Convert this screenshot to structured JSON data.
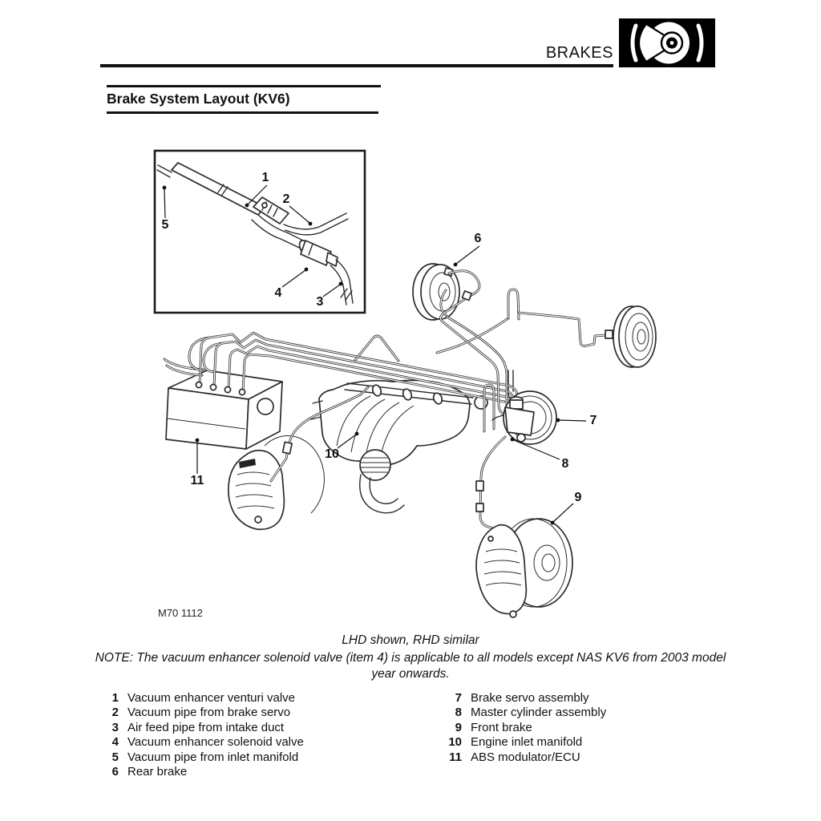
{
  "header": {
    "title": "BRAKES",
    "icon": "brake-disc-warning-icon"
  },
  "section": {
    "title": "Brake System Layout (KV6)"
  },
  "figure": {
    "code": "M70 1112",
    "caption": "LHD shown, RHD similar",
    "note": "NOTE: The vacuum enhancer solenoid valve (item 4) is applicable to all models except NAS KV6 from 2003 model year onwards.",
    "callouts": [
      {
        "num": "1"
      },
      {
        "num": "2"
      },
      {
        "num": "3"
      },
      {
        "num": "4"
      },
      {
        "num": "5"
      },
      {
        "num": "6"
      },
      {
        "num": "7"
      },
      {
        "num": "8"
      },
      {
        "num": "9"
      },
      {
        "num": "10"
      },
      {
        "num": "11"
      }
    ]
  },
  "legend": {
    "columns": [
      {
        "items": [
          {
            "num": "1",
            "label": "Vacuum enhancer venturi valve"
          },
          {
            "num": "2",
            "label": "Vacuum pipe from brake servo"
          },
          {
            "num": "3",
            "label": "Air feed pipe from intake duct"
          },
          {
            "num": "4",
            "label": "Vacuum enhancer solenoid valve"
          },
          {
            "num": "5",
            "label": "Vacuum pipe from inlet manifold"
          },
          {
            "num": "6",
            "label": "Rear brake"
          }
        ]
      },
      {
        "items": [
          {
            "num": "7",
            "label": "Brake servo assembly"
          },
          {
            "num": "8",
            "label": "Master cylinder assembly"
          },
          {
            "num": "9",
            "label": "Front brake"
          },
          {
            "num": "10",
            "label": "Engine inlet manifold"
          },
          {
            "num": "11",
            "label": "ABS modulator/ECU"
          }
        ]
      }
    ]
  }
}
